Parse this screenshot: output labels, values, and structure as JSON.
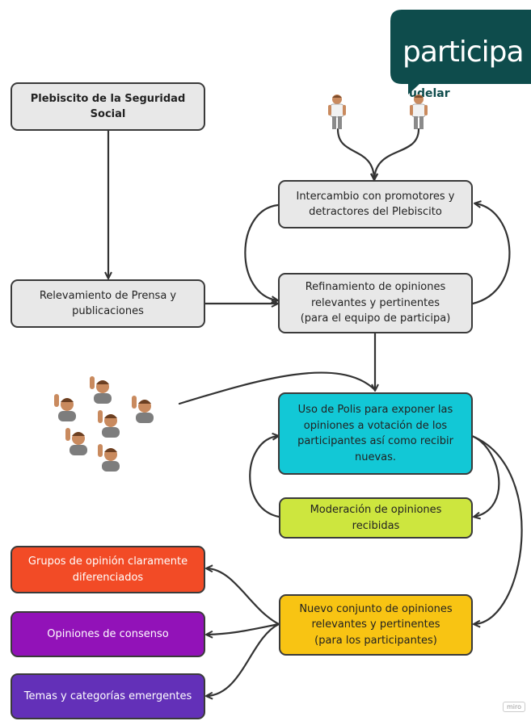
{
  "logo": {
    "text": "participa",
    "sub": "udelar",
    "color": "#0e4c4c"
  },
  "watermark": "miro",
  "nodes": {
    "plebiscito": "Plebiscito de la Seguridad Social",
    "relevamiento": "Relevamiento de Prensa y\npublicaciones",
    "intercambio": "Intercambio con promotores y\ndetractores del Plebiscito",
    "refinamiento": "Refinamiento de opiniones\nrelevantes y pertinentes\n(para el equipo de participa)",
    "polis": "Uso de Polis para exponer las\nopiniones a votación de los\nparticipantes así como recibir\nnuevas.",
    "moderacion": "Moderación de opiniones\nrecibidas",
    "nuevo_conjunto": "Nuevo conjunto de opiniones\nrelevantes y pertinentes\n(para los participantes)",
    "grupos": "Grupos de opinión claramente\ndiferenciados",
    "consenso": "Opiniones de consenso",
    "temas": "Temas y categorías emergentes"
  },
  "colors": {
    "gray": "#e8e8e8",
    "cyan": "#12c8d6",
    "lime": "#cde63e",
    "yellow": "#f8c413",
    "red": "#f24b26",
    "purple": "#9212b8",
    "violet": "#6330b8"
  },
  "icons": {
    "people_top": "standing-person-icon",
    "people_raising": "raising-hand-person-icon"
  }
}
